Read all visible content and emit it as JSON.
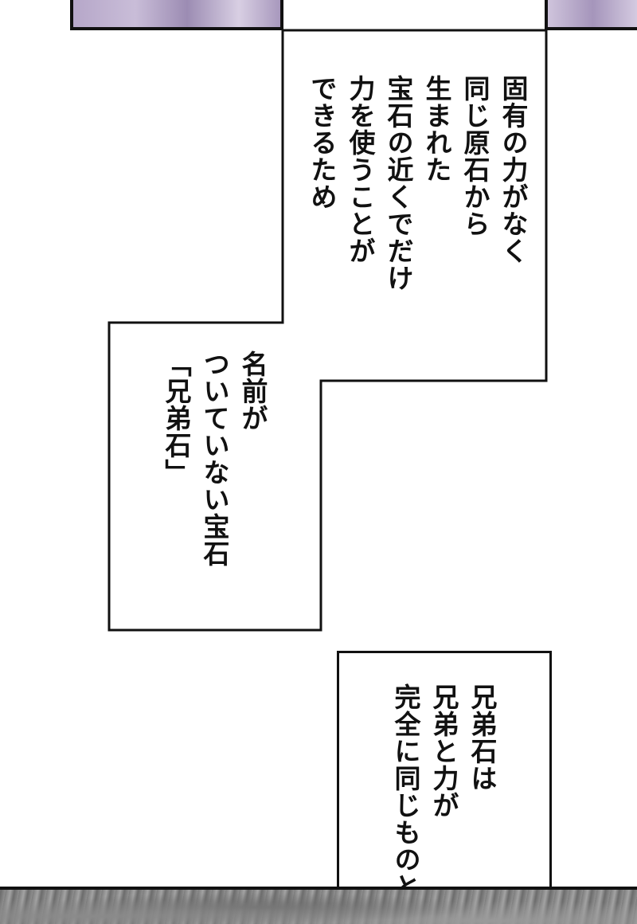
{
  "caption_top": {
    "lines": [
      "固有の力がなく",
      "同じ原石から",
      "生まれた",
      "宝石の近くでだけ",
      "力を使うことが",
      "できるため"
    ]
  },
  "caption_middle": {
    "lines": [
      "名前が",
      "ついていない宝石",
      "「兄弟石」"
    ]
  },
  "caption_bottom": {
    "lines": [
      "兄弟石は",
      "兄弟と力が",
      "完全に同じものと"
    ]
  }
}
